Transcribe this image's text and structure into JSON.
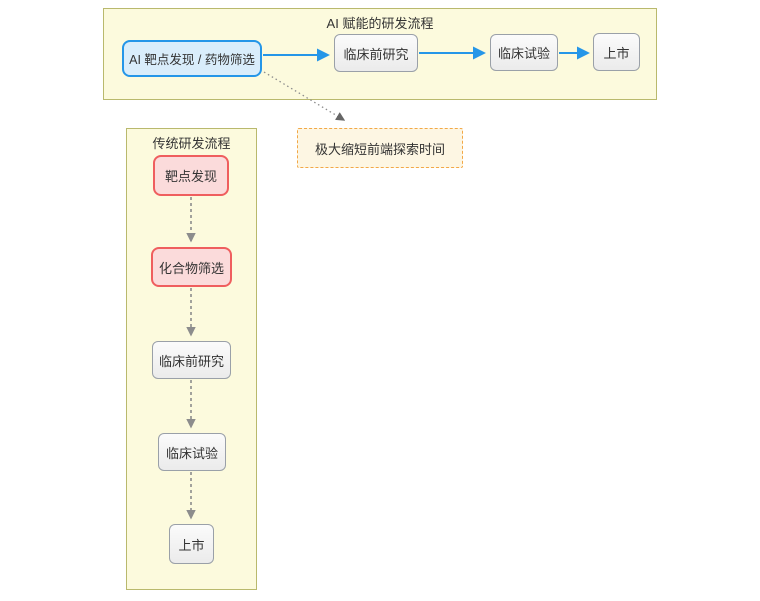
{
  "colors": {
    "canvas-bg": "#ffffff",
    "cluster-fill": "#fcfadd",
    "cluster-border": "#b9b96d",
    "node-gray-fill-top": "#fbfbfb",
    "node-gray-fill-bottom": "#ebebeb",
    "node-gray-border": "#9aa0a8",
    "node-blue-fill": "#d9edfb",
    "node-blue-border": "#2596e8",
    "node-pink-fill": "#fbdbdb",
    "node-pink-border": "#ef5e5e",
    "note-fill": "#fdf6e3",
    "note-border": "#f2a847",
    "edge-blue": "#2596e8",
    "edge-gray": "#8c8c8c",
    "edge-dotted": "#666666",
    "text": "#333333"
  },
  "ai_flow": {
    "title": "AI 赋能的研发流程",
    "nodes": [
      {
        "id": "ai-target-discovery",
        "label": "AI 靶点发现 / 药物筛选"
      },
      {
        "id": "preclinical",
        "label": "临床前研究"
      },
      {
        "id": "clinical-trial",
        "label": "临床试验"
      },
      {
        "id": "market",
        "label": "上市"
      }
    ],
    "edges": [
      {
        "from": "ai-target-discovery",
        "to": "preclinical",
        "style": "solid-blue"
      },
      {
        "from": "preclinical",
        "to": "clinical-trial",
        "style": "solid-blue"
      },
      {
        "from": "clinical-trial",
        "to": "market",
        "style": "solid-blue"
      }
    ]
  },
  "traditional_flow": {
    "title": "传统研发流程",
    "nodes": [
      {
        "id": "target-discovery",
        "label": "靶点发现",
        "highlight": "pink"
      },
      {
        "id": "compound-screening",
        "label": "化合物筛选",
        "highlight": "pink"
      },
      {
        "id": "preclinical",
        "label": "临床前研究",
        "highlight": "gray"
      },
      {
        "id": "clinical-trial",
        "label": "临床试验",
        "highlight": "gray"
      },
      {
        "id": "market",
        "label": "上市",
        "highlight": "gray"
      }
    ],
    "edges": [
      {
        "from": "target-discovery",
        "to": "compound-screening",
        "style": "dashed-gray"
      },
      {
        "from": "compound-screening",
        "to": "preclinical",
        "style": "dashed-gray"
      },
      {
        "from": "preclinical",
        "to": "clinical-trial",
        "style": "dashed-gray"
      },
      {
        "from": "clinical-trial",
        "to": "market",
        "style": "dashed-gray"
      }
    ]
  },
  "note": {
    "label": "极大缩短前端探索时间",
    "linked_from": "ai-target-discovery",
    "style": "dotted-gray"
  }
}
